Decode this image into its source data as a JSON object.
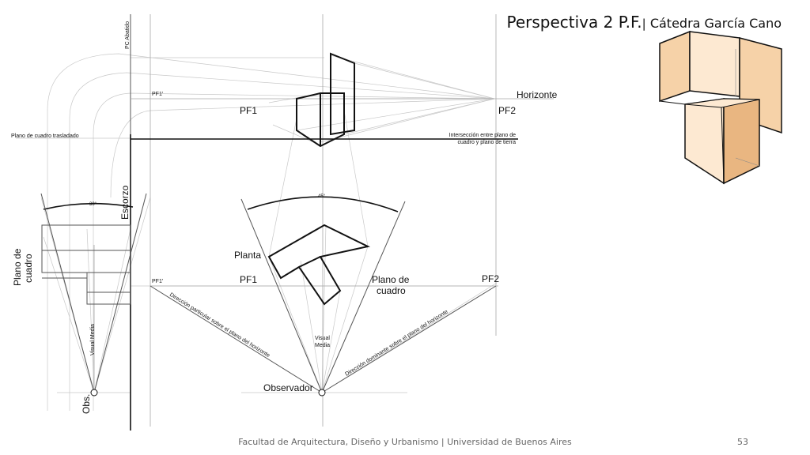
{
  "title": {
    "main": "Perspectiva 2 P.F.",
    "separator": "|",
    "subtitle": "Cátedra García Cano"
  },
  "footer": {
    "text": "Facultad de Arquitectura, Diseño y Urbanismo | Universidad de Buenos Aires",
    "page": "53"
  },
  "labels": {
    "pc_abatido": "PC Abatido",
    "pf1_prime_top": "PF1'",
    "pf1_top": "PF1",
    "pf2_top": "PF2",
    "horizonte": "Horizonte",
    "plano_cuadro_trasladado": "Plano de cuadro trasladado",
    "interseccion_1": "Intersección entre plano de",
    "interseccion_2": "cuadro y plano de tierra",
    "escorzo": "Escorzo",
    "angle_30": "30°",
    "angle_45": "45°",
    "plano_de_cuadro_left_1": "Plano de",
    "plano_de_cuadro_left_2": "cuadro",
    "planta": "Planta",
    "pf1_prime_bottom": "PF1'",
    "pf1_bottom": "PF1",
    "plano_de_cuadro_mid_1": "Plano de",
    "plano_de_cuadro_mid_2": "cuadro",
    "pf2_bottom": "PF2",
    "direccion_particular": "Dirección particular sobre el plano del horizonte",
    "direccion_dominante": "Dirección dominante sobre el plano del horizonte",
    "visual_media_left": "Visual Media",
    "visual_media_mid_1": "Visual",
    "visual_media_mid_2": "Media",
    "observador": "Observador",
    "obs": "Obs."
  },
  "colors": {
    "box_fill_light": "#fde9d2",
    "box_fill_mid": "#f6d2a8",
    "box_fill_dark": "#e9b681",
    "line": "#111111",
    "guide": "#a8a8a8"
  }
}
